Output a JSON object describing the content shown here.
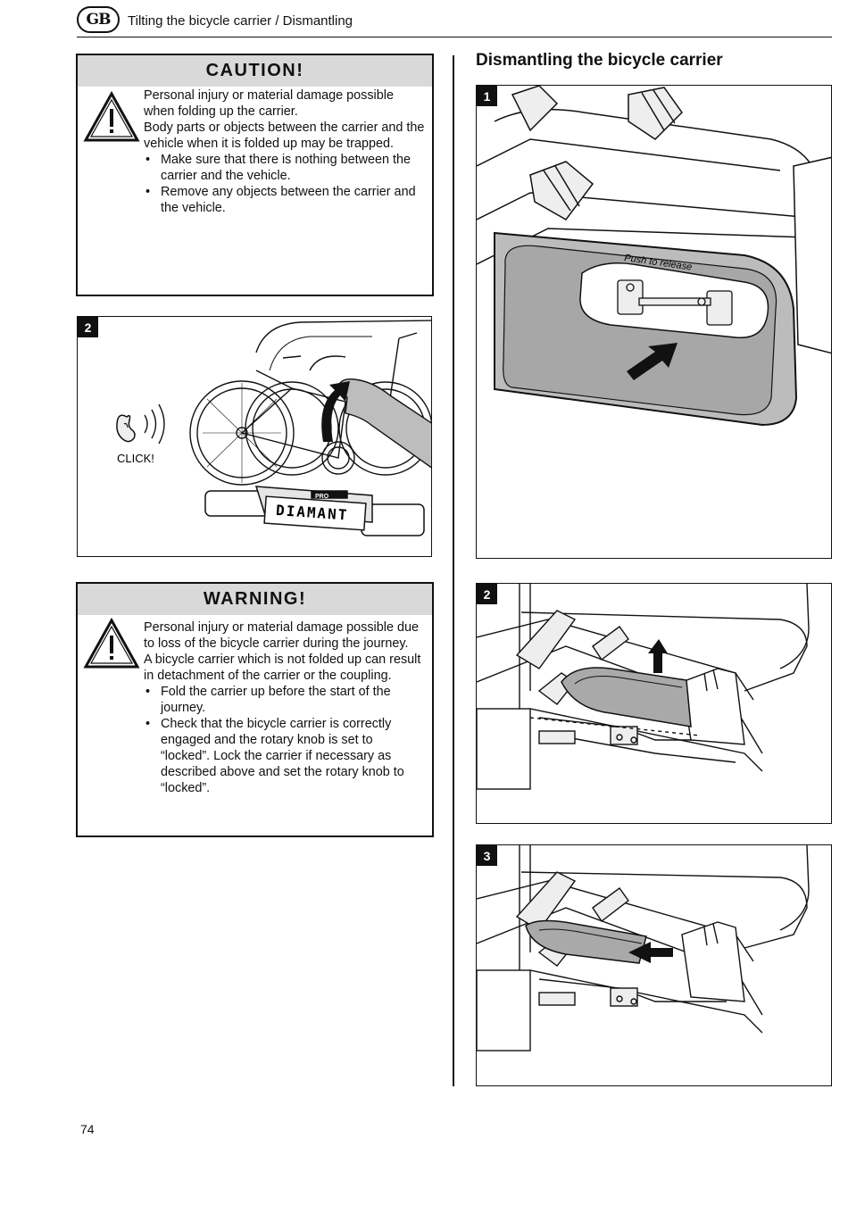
{
  "header": {
    "badge": "GB",
    "title": "Tilting the bicycle carrier / Dismantling"
  },
  "caution": {
    "heading": "CAUTION!",
    "paragraphs": [
      "Personal injury or material damage possible when folding up the carrier.",
      "Body parts or objects between the carrier and the vehicle when it is folded up may be trapped."
    ],
    "bullets": [
      "Make sure that there is nothing between the carrier and the vehicle.",
      "Remove any objects between the carrier and the vehicle."
    ]
  },
  "figure_left": {
    "number": "2",
    "click_label": "CLICK!",
    "brand": "PRO",
    "plate": "DIAMANT"
  },
  "warning": {
    "heading": "WARNING!",
    "paragraphs": [
      "Personal injury or material damage possible due to loss of the bicycle carrier during the journey.",
      "A bicycle carrier which is not folded up can result in detachment of the carrier or the coupling."
    ],
    "bullets": [
      "Fold the carrier up before the start of the journey.",
      "Check that the bicycle carrier is correctly engaged and the rotary knob is set to “locked”. Lock the carrier if necessary as described above and set the rotary knob to “locked”."
    ]
  },
  "section": {
    "title": "Dismantling the bicycle carrier"
  },
  "figure_r1": {
    "number": "1",
    "release_label": "Push to release"
  },
  "figure_r2": {
    "number": "2"
  },
  "figure_r3": {
    "number": "3"
  },
  "footer": {
    "page_number": "74"
  }
}
